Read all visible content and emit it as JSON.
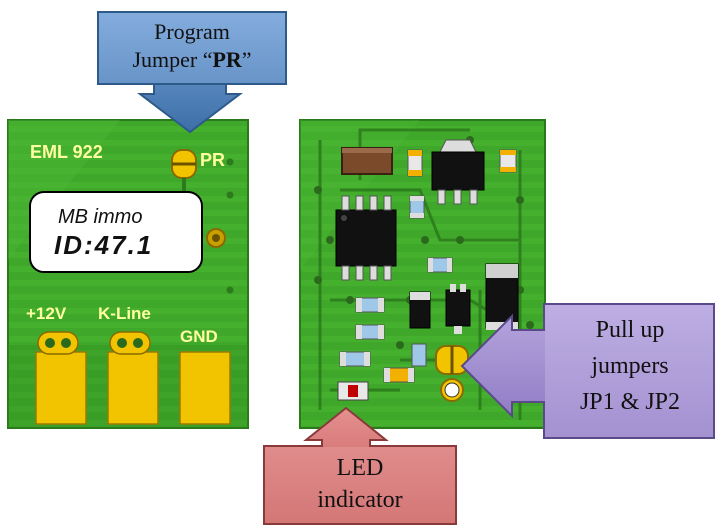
{
  "left_board": {
    "model": "EML 922",
    "jumper_label": "PR",
    "label_line1": "MB immo",
    "label_line2": "ID:47.1",
    "pins": {
      "p1": "+12V",
      "p2": "K-Line",
      "p3": "GND"
    }
  },
  "callouts": {
    "program": {
      "line1": "Program",
      "line2_prefix": "Jumper “",
      "line2_bold": "PR",
      "line2_suffix": "”"
    },
    "pullup": {
      "line1": "Pull up",
      "line2": "jumpers",
      "line3": "JP1 & JP2"
    },
    "led": {
      "line1": "LED",
      "line2": "indicator"
    }
  },
  "colors": {
    "board_green": "#3fa82a",
    "board_dark": "#1f6a15",
    "pad_yellow": "#f2c400",
    "callout_blue": "#4f81bd",
    "callout_purple": "#9b88c9",
    "callout_red": "#d06a6a"
  }
}
